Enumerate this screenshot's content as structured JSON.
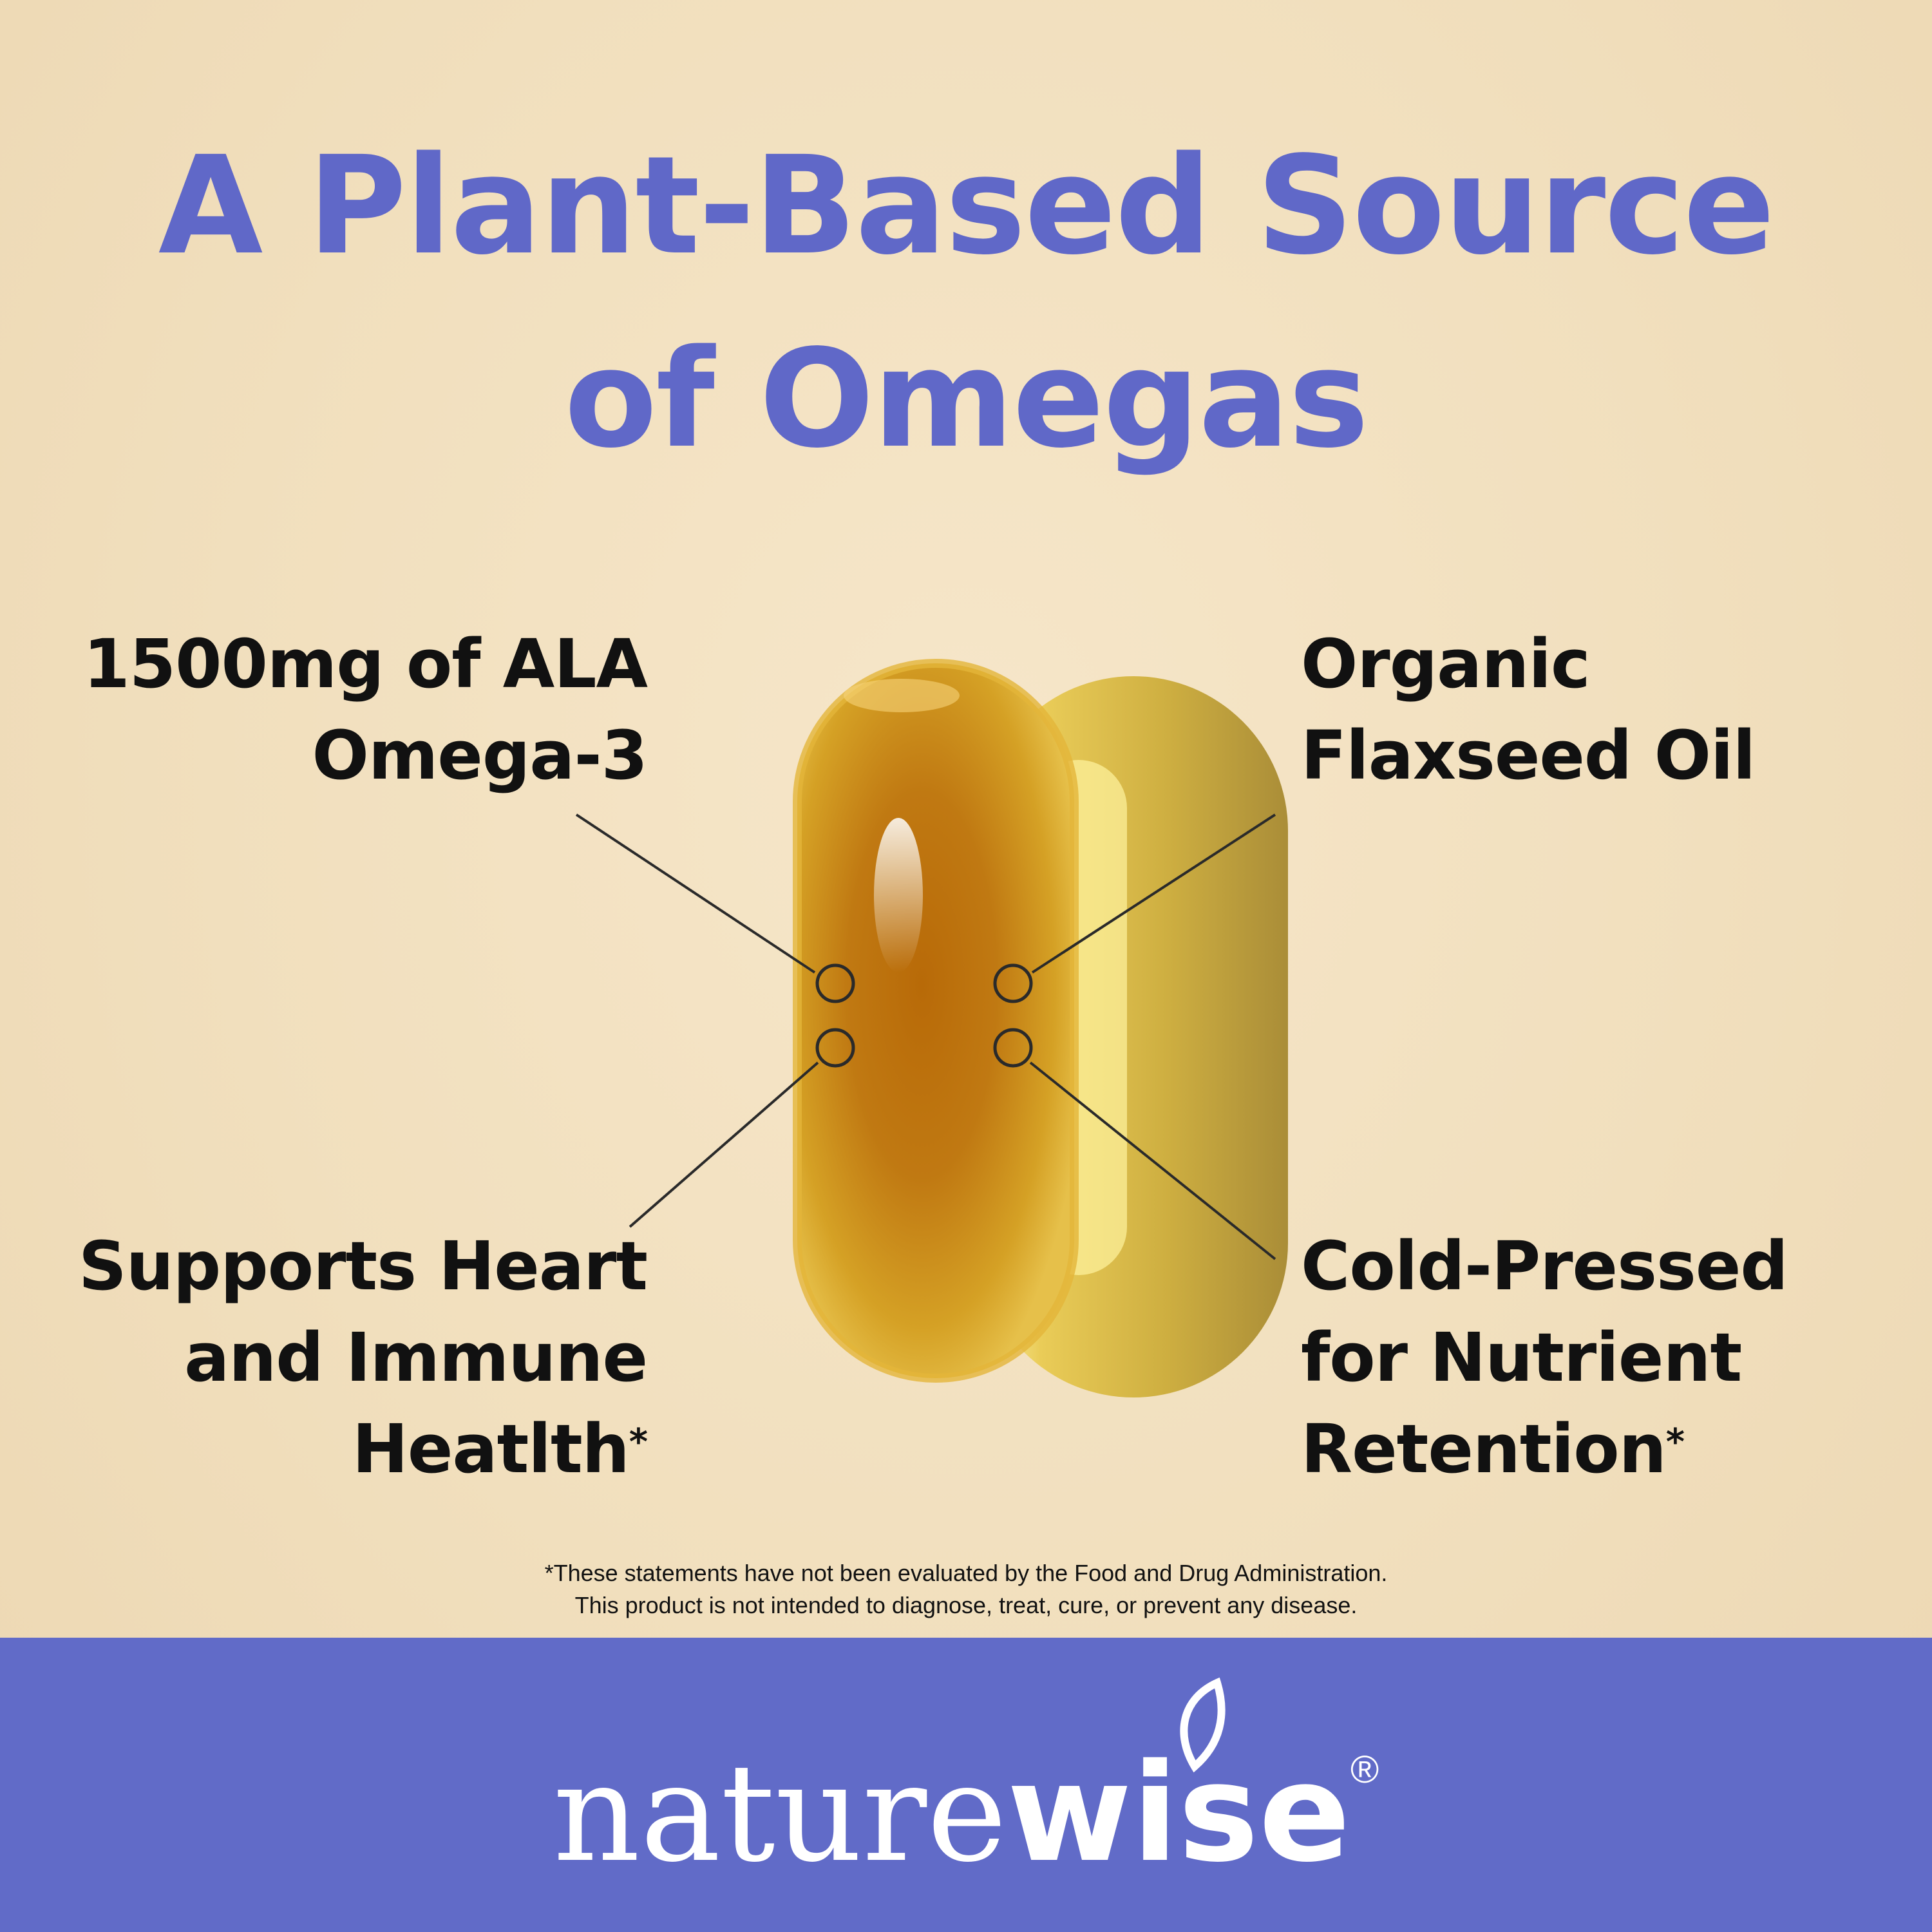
{
  "headline": {
    "line1": "A Plant-Based Source",
    "line2": "of Omegas"
  },
  "features": {
    "top_left": {
      "line1": "1500mg of ALA",
      "line2": "Omega-3"
    },
    "top_right": {
      "line1": "Organic",
      "line2": "Flaxseed Oil"
    },
    "bottom_left": {
      "line1": "Supports Heart",
      "line2": "and Immune",
      "line3": "Heatlth",
      "mark": "*"
    },
    "bottom_right": {
      "line1": "Cold-Pressed",
      "line2": "for Nutrient",
      "line3": "Retention",
      "mark": "*"
    }
  },
  "disclaimer": {
    "line1": "*These statements have not been evaluated by the Food and Drug Administration.",
    "line2": "This product is not intended to diagnose, treat, cure, or prevent any disease."
  },
  "brand": {
    "part1": "nature",
    "part2": "wise",
    "registered": "®"
  },
  "colors": {
    "headline": "#6068c8",
    "text": "#111111",
    "footer": "#616bc8",
    "logo": "#ffffff",
    "capsule": "#c88a10",
    "callout_line": "#2a2a2a"
  },
  "icons": [
    "softgel-capsule",
    "callout-circle",
    "leaf-icon"
  ]
}
